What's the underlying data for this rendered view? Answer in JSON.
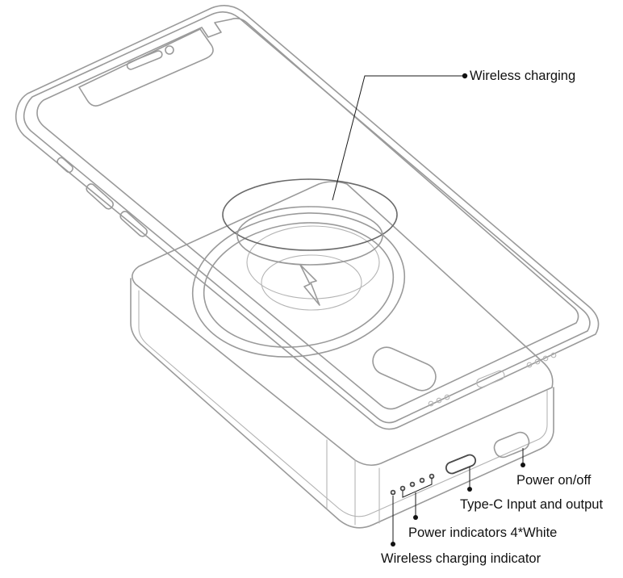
{
  "callouts": {
    "wireless_charging": "Wireless charging",
    "power_on_off": "Power on/off",
    "type_c": "Type-C Input and output",
    "power_indicators": "Power indicators 4*White",
    "wireless_indicator": "Wireless charging indicator"
  },
  "icons": {
    "lightning": "lightning-bolt-icon"
  }
}
